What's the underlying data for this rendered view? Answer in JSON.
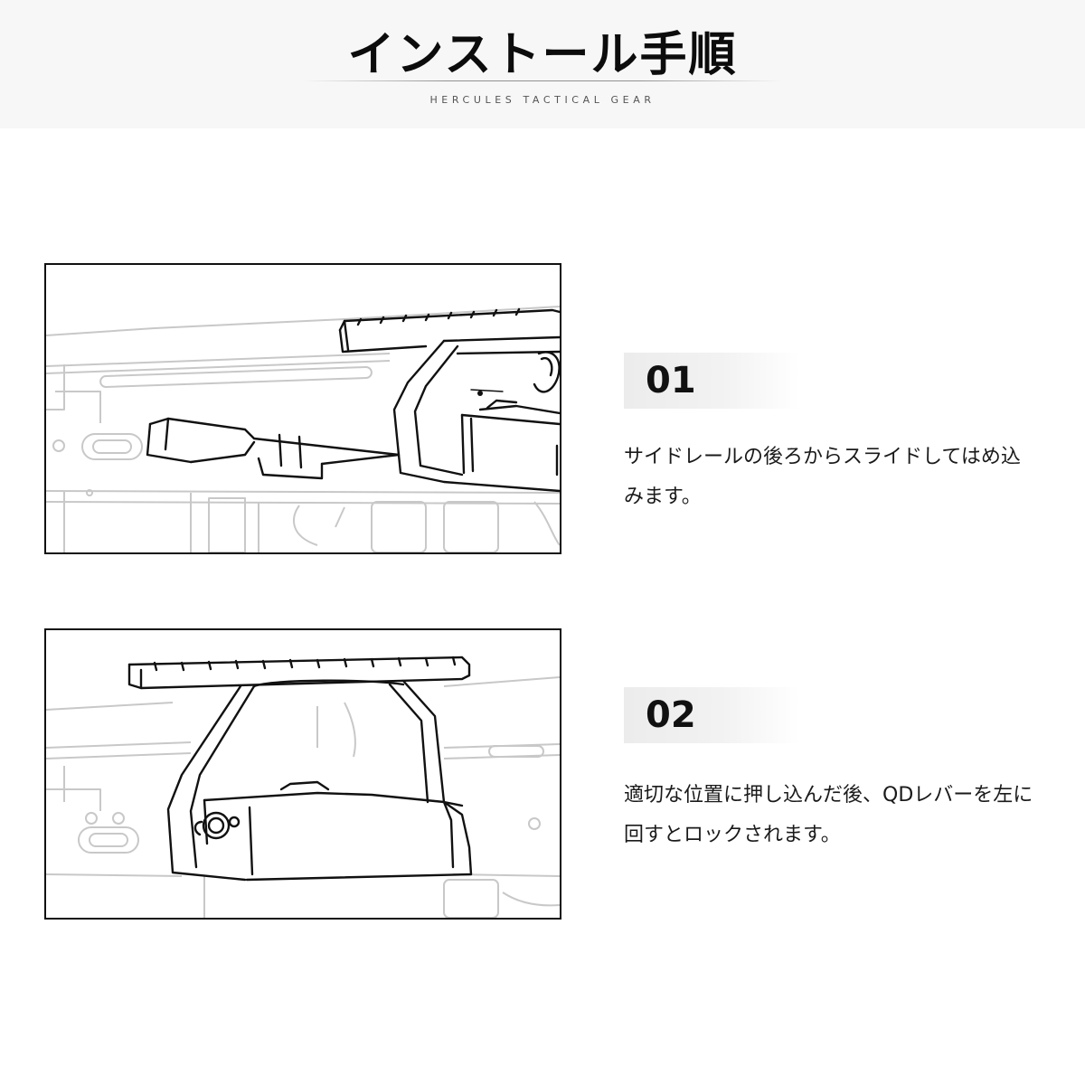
{
  "header": {
    "title": "インストール手順",
    "subtitle": "HERCULES TACTICAL GEAR"
  },
  "steps": [
    {
      "number": "01",
      "description": "サイドレールの後ろからスライドしてはめ込みます。"
    },
    {
      "number": "02",
      "description": "適切な位置に押し込んだ後、QDレバーを左に回すとロックされます。"
    }
  ],
  "colors": {
    "header_bg": "#f7f7f7",
    "line_art_light": "#c4c4c4",
    "line_art_dark": "#111111",
    "badge_bg": "#ececec"
  }
}
